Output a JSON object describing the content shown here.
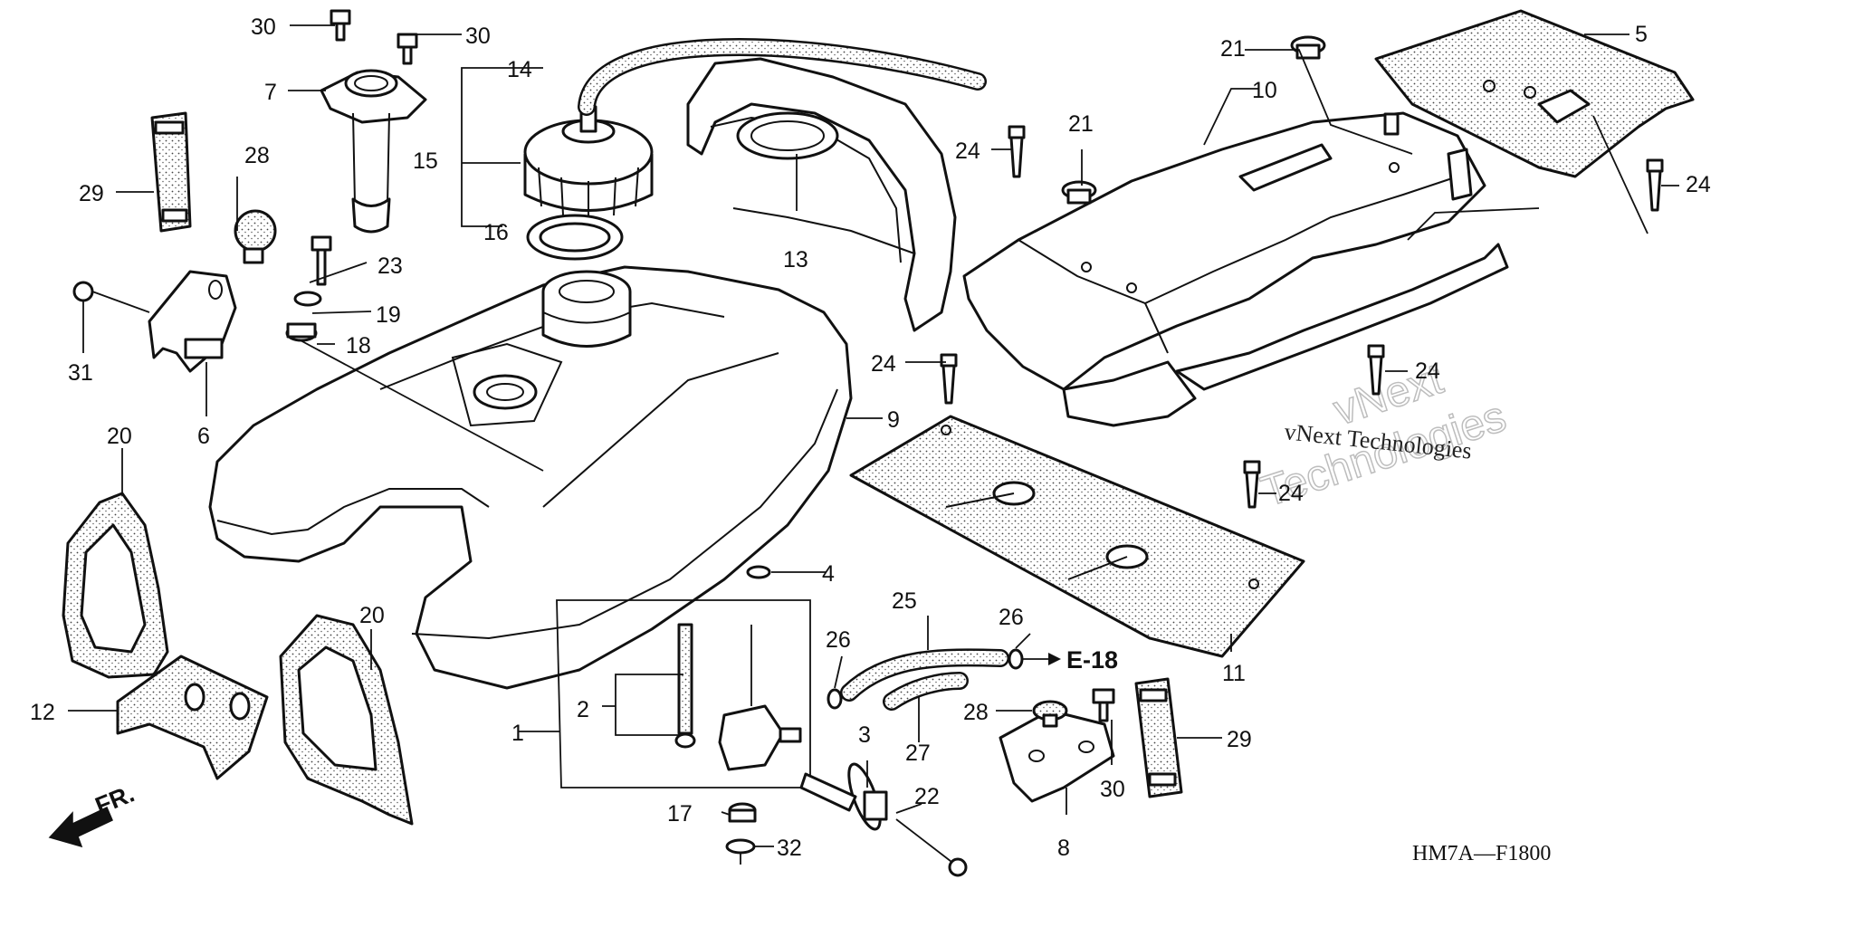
{
  "watermark": {
    "small_text": "vNext Technologies",
    "line1": "vNext",
    "line2": "Technologies"
  },
  "figure_code": "HM7A—F1800",
  "front_mark": "FR.",
  "reference": "E-18",
  "callouts": {
    "c1": "1",
    "c2": "2",
    "c3": "3",
    "c4": "4",
    "c5": "5",
    "c6": "6",
    "c7": "7",
    "c8": "8",
    "c9": "9",
    "c10": "10",
    "c11": "11",
    "c12": "12",
    "c13": "13",
    "c14": "14",
    "c15": "15",
    "c16": "16",
    "c17": "17",
    "c18": "18",
    "c19": "19",
    "c20a": "20",
    "c20b": "20",
    "c21a": "21",
    "c21b": "21",
    "c22": "22",
    "c23": "23",
    "c24a": "24",
    "c24b": "24",
    "c24c": "24",
    "c24d": "24",
    "c24e": "24",
    "c25": "25",
    "c26a": "26",
    "c26b": "26",
    "c27": "27",
    "c28a": "28",
    "c28b": "28",
    "c29a": "29",
    "c29b": "29",
    "c30a": "30",
    "c30b": "30",
    "c30c": "30",
    "c31": "31",
    "c32": "32"
  }
}
